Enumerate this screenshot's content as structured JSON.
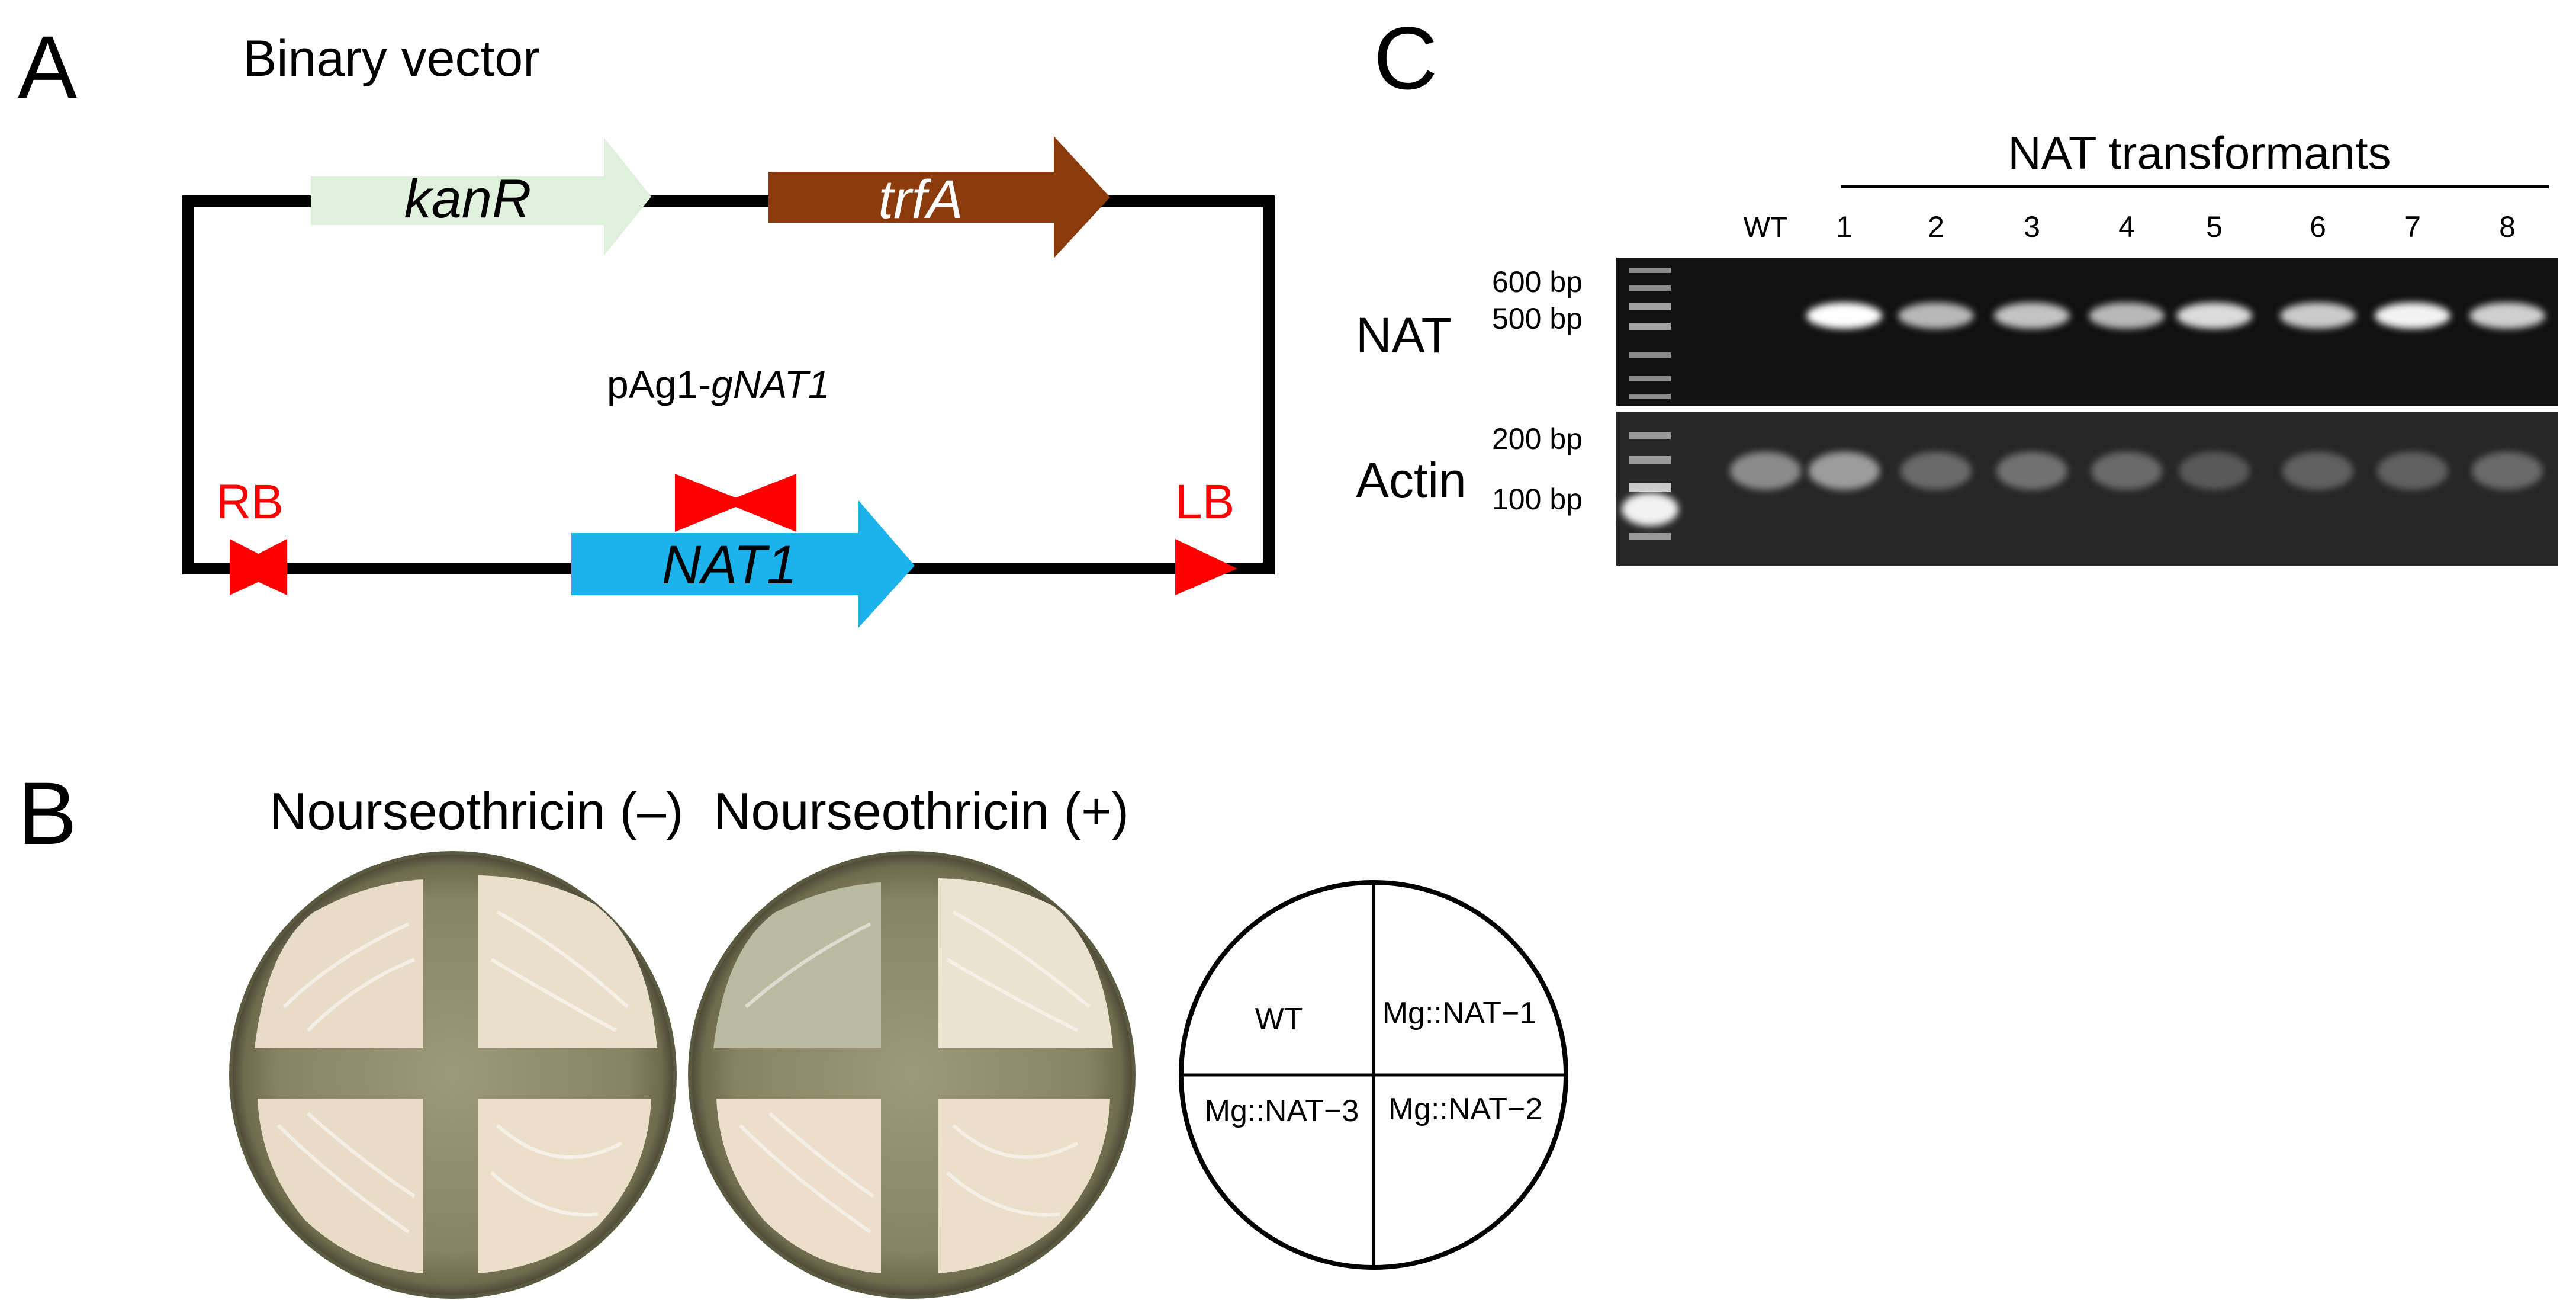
{
  "panelA": {
    "letter": "A",
    "title": "Binary vector",
    "plasmid_name_prefix": "pAg1-",
    "plasmid_name_gene": "gNAT1",
    "genes": {
      "kanR": {
        "label": "kanR",
        "color": "#dff0dc"
      },
      "trfA": {
        "label": "trfA",
        "color": "#8b3a0c"
      },
      "nat1": {
        "label": "NAT1",
        "color": "#1ab3ec"
      }
    },
    "borders": {
      "rb": "RB",
      "lb": "LB",
      "color": "#ff0000"
    }
  },
  "panelB": {
    "letter": "B",
    "plate_minus_label": "Nourseothricin (–)",
    "plate_plus_label": "Nourseothricin (+)",
    "layout_quadrants": {
      "top_left": "WT",
      "top_right": "Mg::NAT−1",
      "bottom_left": "Mg::NAT−3",
      "bottom_right": "Mg::NAT−2"
    },
    "plus_plate_growth": {
      "top_left": "sparse",
      "top_right": "dense",
      "bottom_left": "dense",
      "bottom_right": "dense"
    }
  },
  "panelC": {
    "letter": "C",
    "group_label": "NAT transformants",
    "lanes": [
      "WT",
      "1",
      "2",
      "3",
      "4",
      "5",
      "6",
      "7",
      "8"
    ],
    "nat_row_label": "NAT",
    "actin_row_label": "Actin",
    "nat_markers": [
      "600 bp",
      "500 bp"
    ],
    "actin_markers": [
      "200 bp",
      "100 bp"
    ],
    "nat_band_intensity": [
      0,
      1.0,
      0.7,
      0.75,
      0.7,
      0.85,
      0.78,
      0.95,
      0.8
    ],
    "actin_band_intensity": [
      0.6,
      0.7,
      0.4,
      0.45,
      0.4,
      0.3,
      0.35,
      0.35,
      0.4
    ]
  }
}
